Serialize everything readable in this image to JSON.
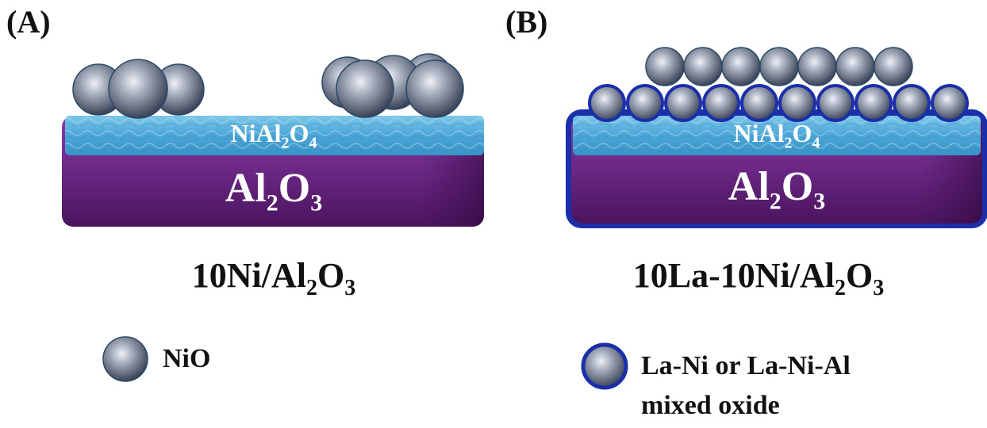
{
  "panel_a": {
    "label": "(A)",
    "substrate_label": {
      "base": "Al",
      "sub1": "2",
      "mid": "O",
      "sub2": "3"
    },
    "film_label": {
      "base": "NiAl",
      "sub1": "2",
      "mid": "O",
      "sub2": "4"
    },
    "caption": {
      "base": "10Ni/Al",
      "sub1": "2",
      "mid": "O",
      "sub2": "3"
    }
  },
  "panel_b": {
    "label": "(B)",
    "substrate_label": {
      "base": "Al",
      "sub1": "2",
      "mid": "O",
      "sub2": "3"
    },
    "film_label": {
      "base": "NiAl",
      "sub1": "2",
      "mid": "O",
      "sub2": "4"
    },
    "caption": {
      "base": "10La-10Ni/Al",
      "sub1": "2",
      "mid": "O",
      "sub2": "3"
    }
  },
  "legend": {
    "nio": "NiO",
    "mixed_line1": "La-Ni or La-Ni-Al",
    "mixed_line2": "mixed oxide"
  },
  "colors": {
    "substrate": "#6a2a8a",
    "film": "#4aa8d8",
    "particle": "#8a93a6",
    "coating": "#1b2fa8"
  }
}
